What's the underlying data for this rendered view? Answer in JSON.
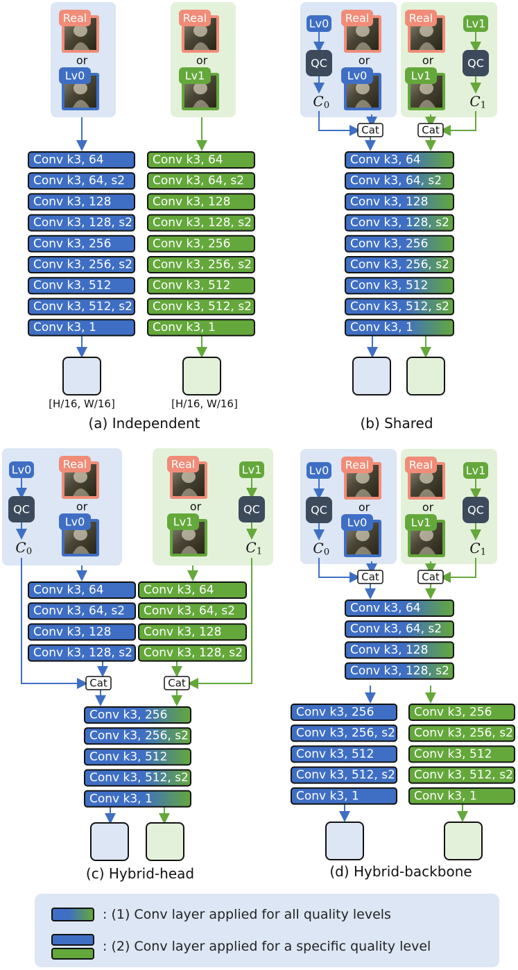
{
  "colors": {
    "blue": "#3f6fc4",
    "green": "#64a83b",
    "blue_bg": "#dce6f4",
    "green_bg": "#e4f1da",
    "real": "#f08c78",
    "qc": "#3c4a5c"
  },
  "labels": {
    "real": "Real",
    "or": "or",
    "lv0": "Lv0",
    "lv1": "Lv1",
    "qc": "QC",
    "cat": "Cat",
    "c0": "C",
    "c1": "C",
    "c0_sub": "0",
    "c1_sub": "1",
    "output_size": "[H/16, W/16]"
  },
  "layers": [
    "Conv k3, 64",
    "Conv k3, 64, s2",
    "Conv k3, 128",
    "Conv k3, 128, s2",
    "Conv k3, 256",
    "Conv k3, 256, s2",
    "Conv k3, 512",
    "Conv k3, 512, s2",
    "Conv k3, 1"
  ],
  "captions": {
    "a": "(a) Independent",
    "b": "(b) Shared",
    "c": "(c) Hybrid-head",
    "d": "(d) Hybrid-backbone"
  },
  "legend": {
    "shared": ": (1) Conv layer applied for all quality levels",
    "specific": ": (2) Conv layer applied for a specific quality level"
  }
}
